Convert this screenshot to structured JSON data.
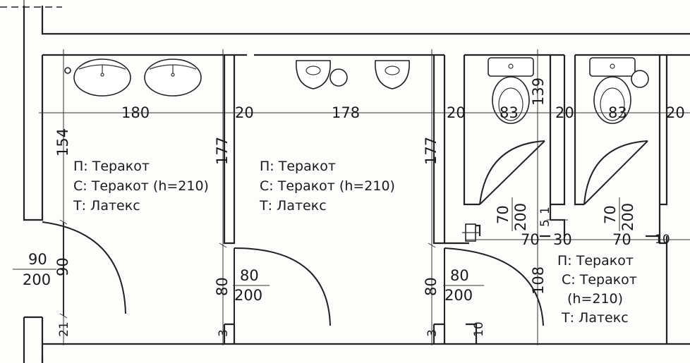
{
  "dimensions": {
    "room1_width": "180",
    "room2_width": "178",
    "stall1_width": "83",
    "stall2_width": "83",
    "wall_a": "20",
    "wall_b": "20",
    "wall_c": "20",
    "wall_d": "20",
    "room1_height_upper": "154",
    "room1_door_v": "90",
    "room1_bottom_v": "21",
    "room2_left_v": "177",
    "room2_right_v": "177",
    "stall_height": "139",
    "door2_v": "80",
    "door3_v": "80",
    "stall_door_swing": "108",
    "stall1_door_w": "70",
    "stall2_door_w": "70",
    "gap_30": "30",
    "gap_10": "10",
    "stall1_door_h_w": "70",
    "stall1_door_h_h": "200",
    "stall2_door_h_w": "70",
    "stall2_door_h_h": "200",
    "small_1": "1",
    "small_5": "5",
    "small_3": "3",
    "small_10": "10",
    "small_3b": "3"
  },
  "doors": {
    "door1_w": "90",
    "door1_h": "200",
    "door2_w": "80",
    "door2_h": "200",
    "door3_w": "80",
    "door3_h": "200"
  },
  "notes": {
    "room1": {
      "floor": "П: Теракот",
      "wall": "С: Теракот (h=210)",
      "ceiling": "Т: Латекс"
    },
    "room2": {
      "floor": "П: Теракот",
      "wall": "С: Теракот (h=210)",
      "ceiling": "Т: Латекс"
    },
    "room3": {
      "floor": "П: Теракот",
      "wall": "С: Теракот",
      "wall_h": "(h=210)",
      "ceiling": "Т: Латекс"
    }
  }
}
